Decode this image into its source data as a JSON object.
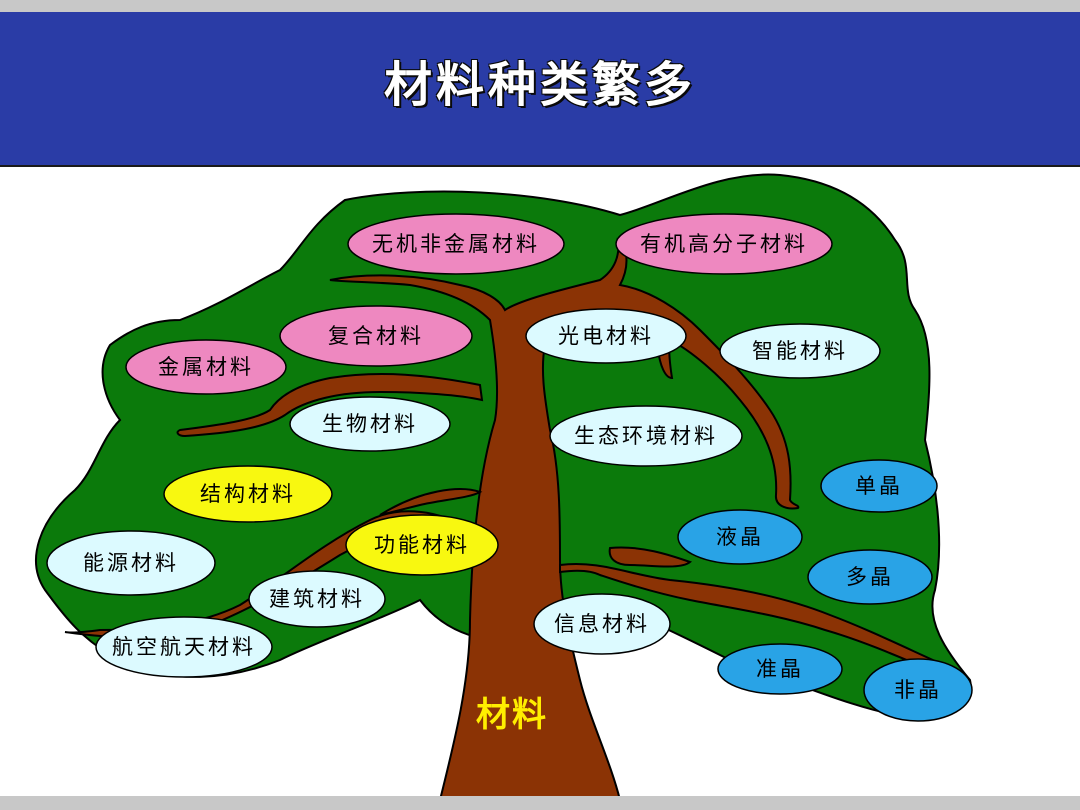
{
  "title": "材料种类繁多",
  "root": "材料",
  "colors": {
    "title_bar": "#2a3ca6",
    "crown": "#0b7a0b",
    "trunk": "#8b3305",
    "pink": "#ee88c0",
    "yellow": "#f8f810",
    "light_cyan": "#dcfaff",
    "blue": "#29a3e6",
    "root_text": "#ffee00"
  },
  "nodes": {
    "inorganic_nonmetal": "无机非金属材料",
    "organic_polymer": "有机高分子材料",
    "composite": "复合材料",
    "metal": "金属材料",
    "optoelectronic": "光电材料",
    "smart": "智能材料",
    "biological": "生物材料",
    "eco": "生态环境材料",
    "structural": "结构材料",
    "functional": "功能材料",
    "energy": "能源材料",
    "building": "建筑材料",
    "aerospace": "航空航天材料",
    "information": "信息材料",
    "single_crystal": "单晶",
    "liquid_crystal": "液晶",
    "polycrystal": "多晶",
    "quasicrystal": "准晶",
    "amorphous": "非晶"
  }
}
